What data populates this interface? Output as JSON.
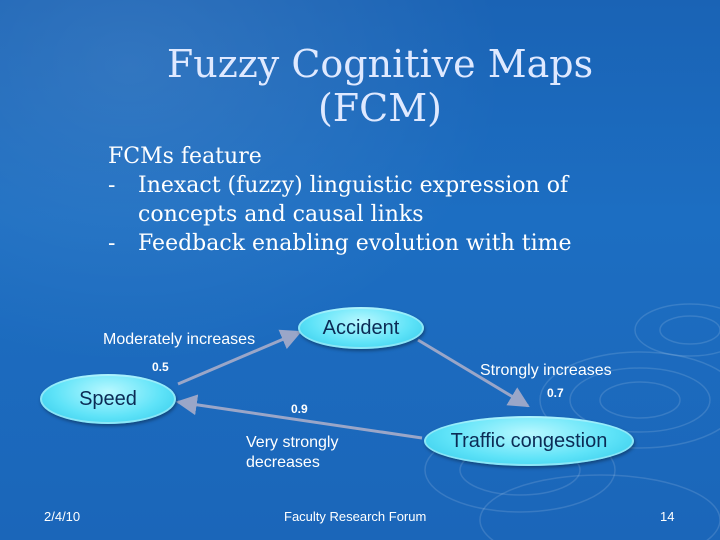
{
  "slide": {
    "title": "Fuzzy Cognitive Maps (FCM)",
    "heading": "FCMs feature",
    "bullets": [
      "Inexact (fuzzy) linguistic expression of concepts and causal links",
      "Feedback enabling evolution with time"
    ],
    "bullet_marker": "-"
  },
  "diagram": {
    "nodes": {
      "accident": "Accident",
      "speed": "Speed",
      "traffic": "Traffic congestion"
    },
    "edges": {
      "speed_accident": {
        "label": "Moderately increases",
        "weight": "0.5"
      },
      "accident_traffic": {
        "label": "Strongly increases",
        "weight": "0.7"
      },
      "traffic_speed": {
        "label": "Very strongly decreases",
        "weight": "0.9"
      }
    }
  },
  "footer": {
    "date": "2/4/10",
    "center": "Faculty Research Forum",
    "page": "14"
  },
  "colors": {
    "background": "#1c6ec2",
    "node_fill": "#5fe3f8",
    "edge": "#9aa6c8"
  }
}
